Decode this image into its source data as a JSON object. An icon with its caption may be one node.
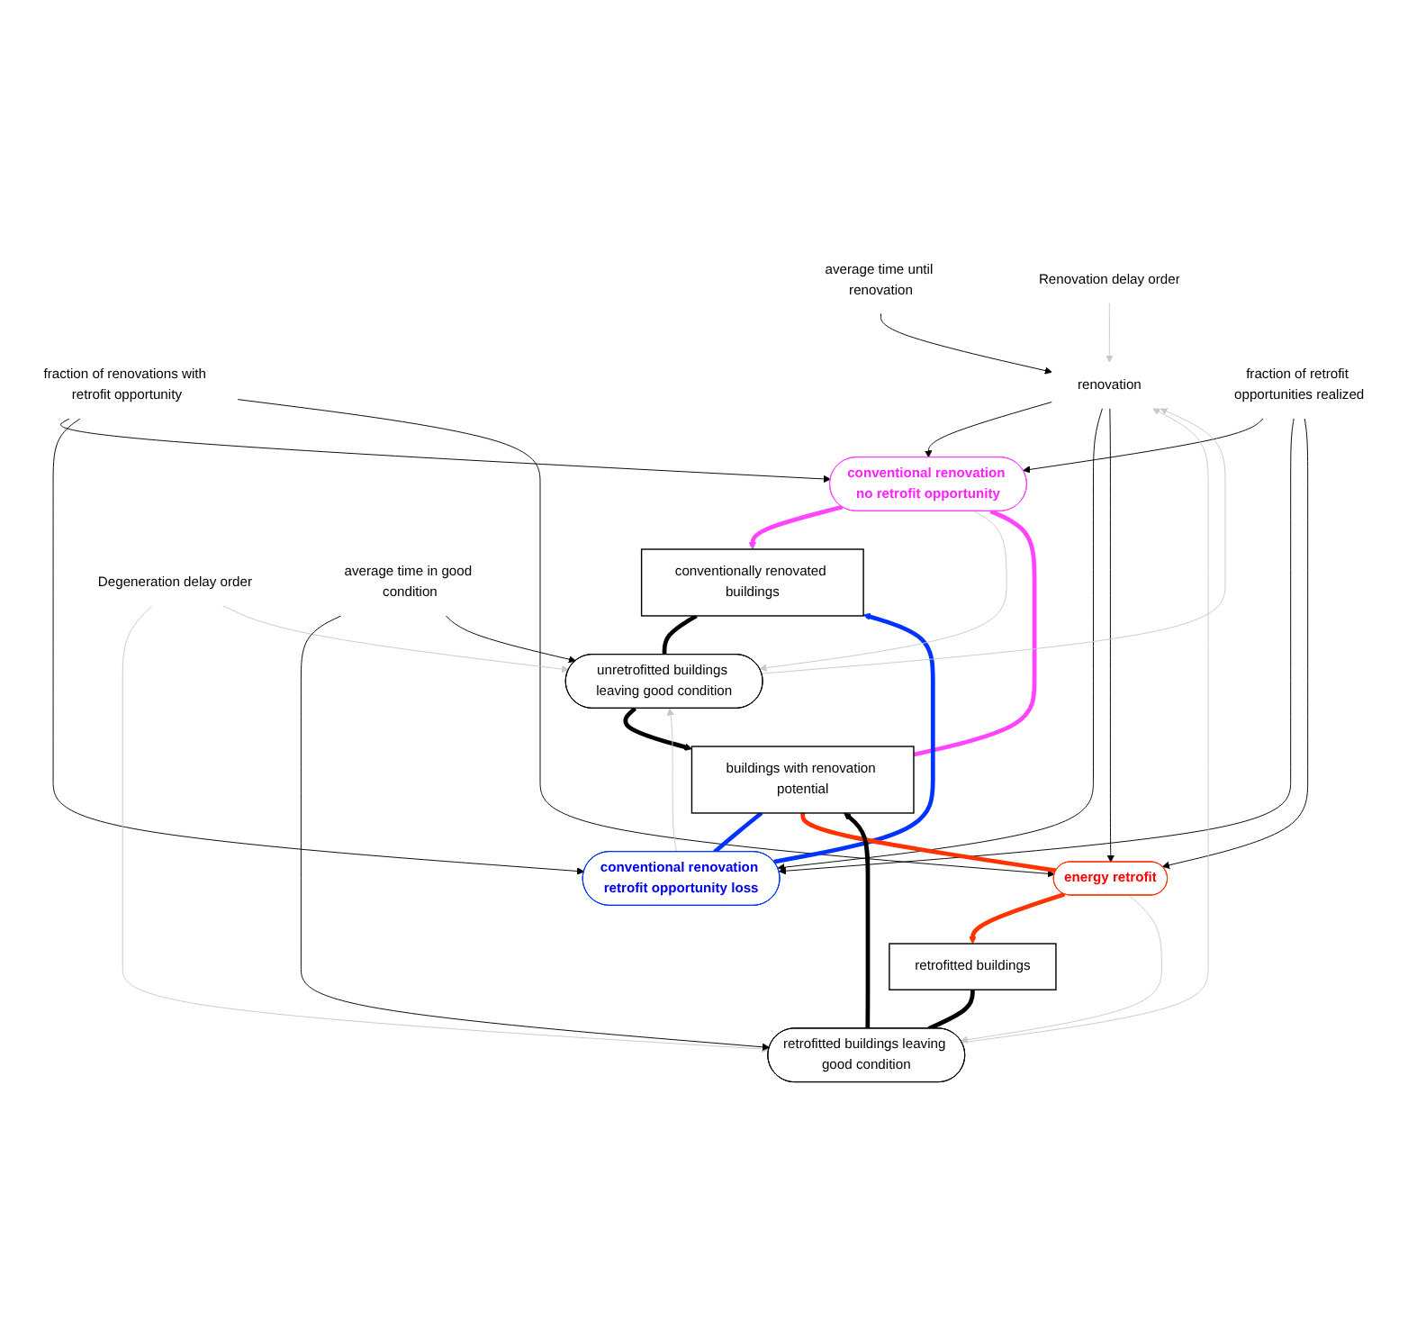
{
  "diagram": {
    "nodes": [
      {
        "text": [
          "average time until renovation"
        ]
      },
      {
        "text": [
          "fraction of renovations with retrofit opportunity"
        ]
      },
      {
        "text": [
          "Renovation delay order"
        ]
      },
      {
        "text": [
          "renovation"
        ]
      },
      {
        "text": [
          "conventional renovation no retrofit opportunity"
        ]
      },
      {
        "text": [
          "fraction of retrofit opportunities realized"
        ]
      },
      {
        "text": [
          "buildings with renovation potential"
        ]
      },
      {
        "text": [
          "conventionally renovated buildings"
        ]
      },
      {
        "text": [
          "conventional renovation retrofit opportunity loss"
        ]
      },
      {
        "text": [
          "retrofitted buildings"
        ]
      },
      {
        "text": [
          "energy retrofit"
        ]
      },
      {
        "text": [
          "retrofitted buildings leaving good condition"
        ]
      },
      {
        "text": [
          "Degeneration delay order"
        ]
      },
      {
        "text": [
          "unretrofitted buildings leaving good condition"
        ]
      },
      {
        "text": [
          "average time in good condition"
        ]
      }
    ],
    "edges": [
      {
        "from": 0,
        "to": 3,
        "arrow": "to"
      },
      {
        "from": 2,
        "to": 3,
        "arrow": "to",
        "color": "#c8c8c8"
      },
      {
        "from": 3,
        "to": 4,
        "arrow": "to"
      },
      {
        "from": 3,
        "to": 8,
        "arrow": "to"
      },
      {
        "from": 3,
        "to": 10,
        "arrow": "to"
      },
      {
        "from": 1,
        "to": 4,
        "arrow": "to"
      },
      {
        "from": 1,
        "to": 8,
        "arrow": "to"
      },
      {
        "from": 1,
        "to": 10,
        "arrow": "to"
      },
      {
        "from": 5,
        "to": 4,
        "arrow": "to"
      },
      {
        "from": 5,
        "to": 8,
        "arrow": "to"
      },
      {
        "from": 5,
        "to": 10,
        "arrow": "to"
      },
      {
        "from": 6,
        "to": 4,
        "arrow": "none",
        "style": "thick",
        "color": "#ff44ff"
      },
      {
        "from": 4,
        "to": 7,
        "arrow": "to",
        "style": "thick",
        "color": "#ff44ff"
      },
      {
        "from": 6,
        "to": 8,
        "arrow": "none",
        "style": "thick",
        "color": "#0033ff"
      },
      {
        "from": 8,
        "to": 7,
        "arrow": "to",
        "style": "thick",
        "color": "#0033ff"
      },
      {
        "from": 6,
        "to": 10,
        "arrow": "none",
        "style": "thick",
        "color": "#ff3300"
      },
      {
        "from": 10,
        "to": 9,
        "arrow": "to",
        "style": "thick",
        "color": "#ff3300"
      },
      {
        "from": 9,
        "to": 11,
        "arrow": "none",
        "style": "thick"
      },
      {
        "from": 11,
        "to": 6,
        "arrow": "to",
        "style": "thick"
      },
      {
        "from": 7,
        "to": 13,
        "arrow": "none",
        "style": "thick"
      },
      {
        "from": 13,
        "to": 6,
        "arrow": "to",
        "style": "thick"
      },
      {
        "from": 10,
        "to": 11,
        "arrow": "to",
        "color": "#c8c8c8"
      },
      {
        "from": 4,
        "to": 13,
        "arrow": "to",
        "color": "#c8c8c8"
      },
      {
        "from": 8,
        "to": 13,
        "arrow": "to",
        "color": "#c8c8c8"
      },
      {
        "from": 11,
        "to": 3,
        "arrow": "to",
        "color": "#c8c8c8"
      },
      {
        "from": 13,
        "to": 3,
        "arrow": "to",
        "color": "#c8c8c8"
      },
      {
        "from": 12,
        "to": 11,
        "arrow": "to",
        "color": "#c8c8c8"
      },
      {
        "from": 12,
        "to": 13,
        "arrow": "to",
        "color": "#c8c8c8"
      },
      {
        "from": 14,
        "to": 11,
        "arrow": "to"
      },
      {
        "from": 14,
        "to": 13,
        "arrow": "to"
      }
    ]
  }
}
